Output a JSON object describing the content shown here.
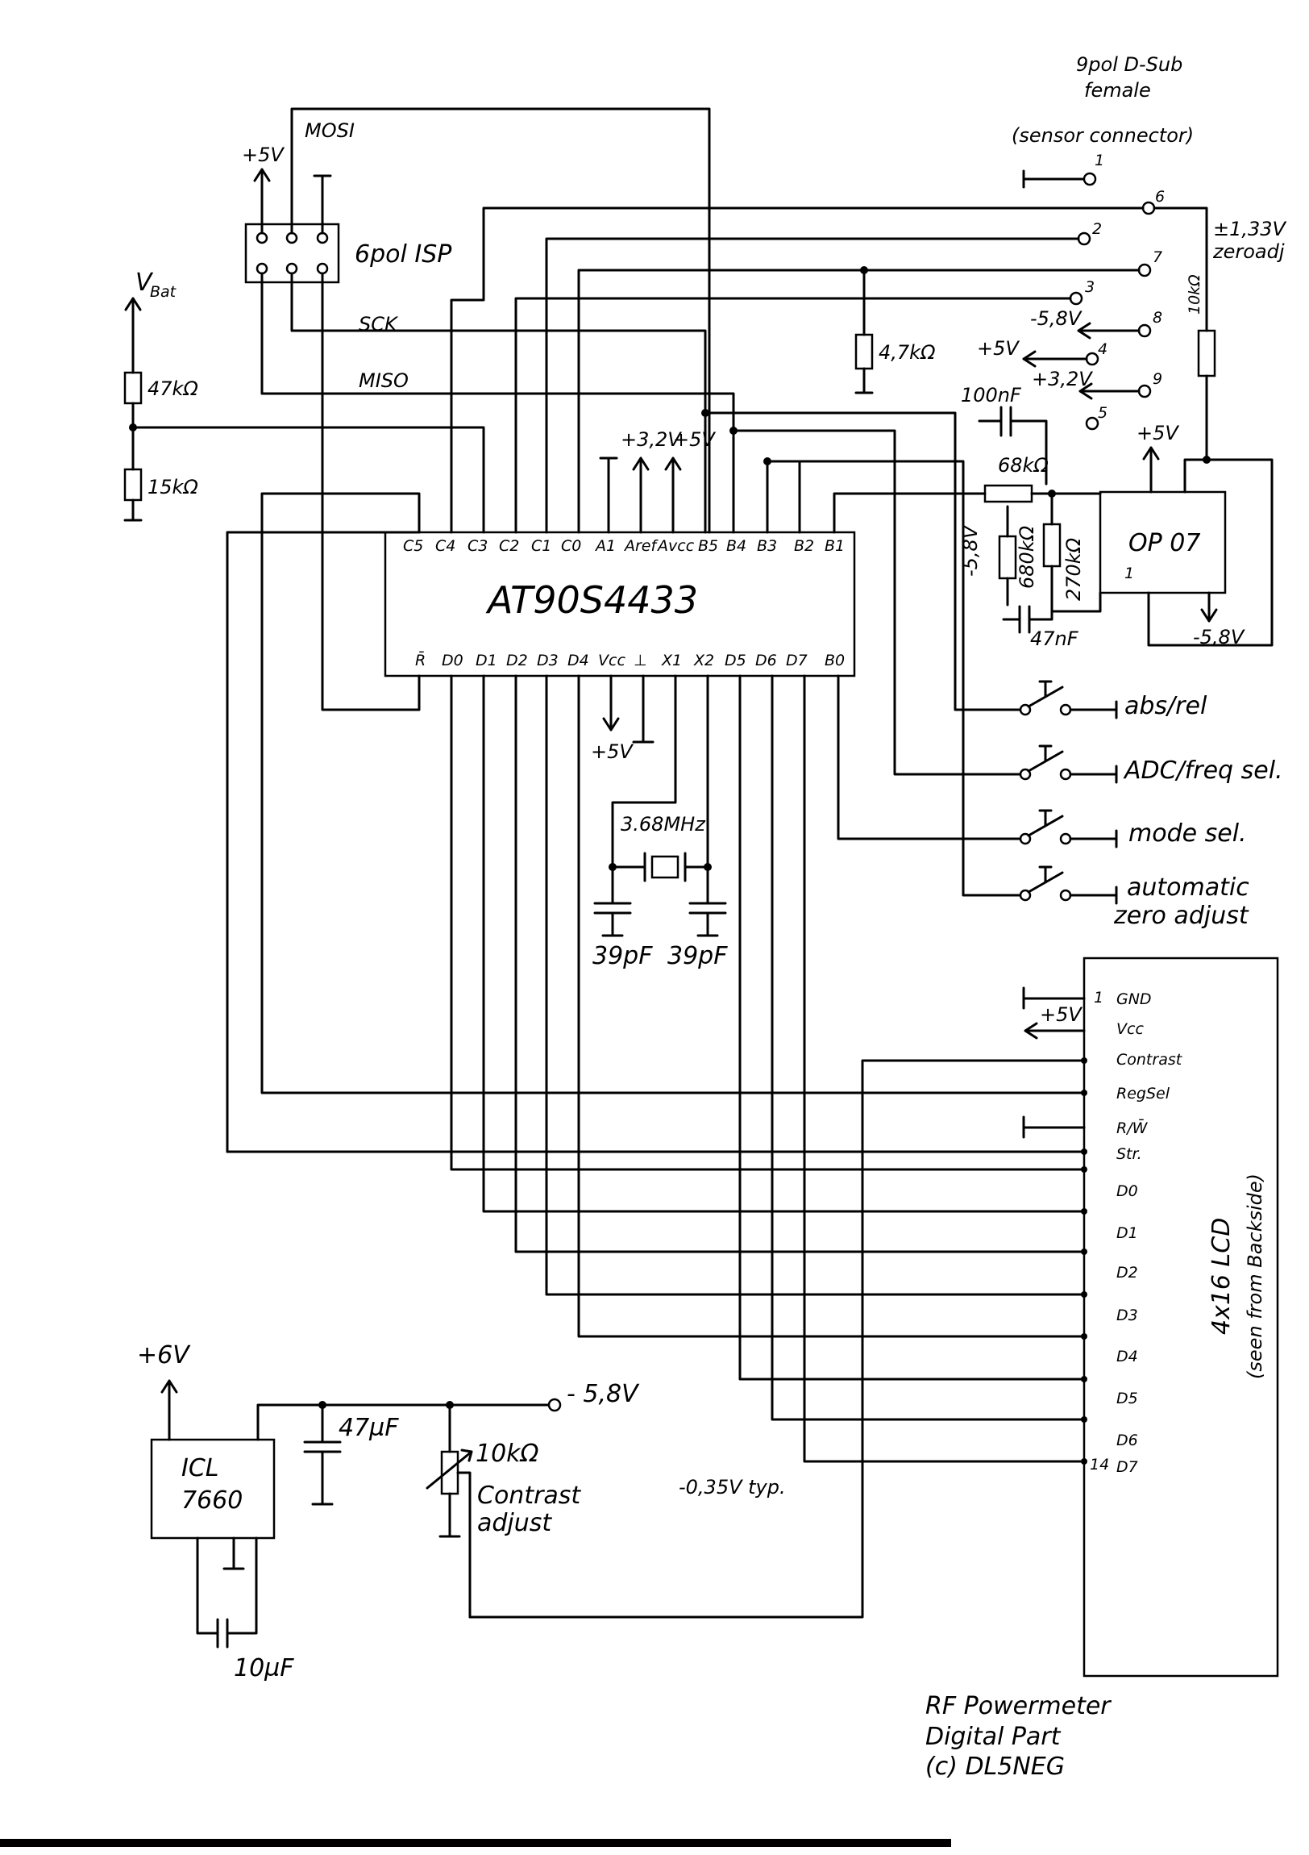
{
  "connector": {
    "title": "9pol D-Sub",
    "subtitle": "female",
    "caption": "(sensor connector)",
    "pins": [
      "1",
      "2",
      "3",
      "4",
      "5",
      "6",
      "7",
      "8",
      "9"
    ]
  },
  "isp": {
    "label": "6pol ISP",
    "mosi": "MOSI",
    "sck": "SCK",
    "miso": "MISO",
    "plus5v": "+5V"
  },
  "vbat": "V",
  "vbat_sub": "Bat",
  "r47k": "47kΩ",
  "r15k": "15kΩ",
  "r4k7": "4,7kΩ",
  "r10k_top": "10kΩ",
  "zeroadj": {
    "value": "±1,33V",
    "name": "zeroadj"
  },
  "sensor_volts": {
    "m58": "-5,8V",
    "p5": "+5V",
    "p32": "+3,2V"
  },
  "mcu": {
    "name": "AT90S4433",
    "top_pins": [
      "C5",
      "C4",
      "C3",
      "C2",
      "C1",
      "C0",
      "A1",
      "Aref",
      "Avcc",
      "B5",
      "B4",
      "B3",
      "B2",
      "B1"
    ],
    "bottom_pins": [
      "R̄",
      "D0",
      "D1",
      "D2",
      "D3",
      "D4",
      "Vcc",
      "⊥",
      "X1",
      "X2",
      "D5",
      "D6",
      "D7",
      "B0"
    ],
    "aref_v": "+3,2V",
    "avcc_v": "+5V",
    "vcc_v": "+5V"
  },
  "crystal": {
    "freq": "3.68MHz",
    "c1": "39pF",
    "c2": "39pF"
  },
  "opamp": {
    "name": "OP 07",
    "plus5v": "+5V",
    "minus58v": "-5,8V",
    "c100n": "100nF",
    "r68k": "68kΩ",
    "r680k": "680kΩ",
    "r270k": "270kΩ",
    "c47n": "47nF",
    "m58": "-5,8V",
    "pin1": "1"
  },
  "switches": [
    {
      "label": "abs/rel"
    },
    {
      "label": "ADC/freq sel."
    },
    {
      "label": "mode sel."
    },
    {
      "label": "automatic",
      "label2": "zero adjust"
    }
  ],
  "lcd": {
    "title": "4x16 LCD",
    "subtitle": "(seen from Backside)",
    "pin1": "1",
    "pin14": "14",
    "pins": [
      "GND",
      "Vcc",
      "Contrast",
      "RegSel",
      "R/W̄",
      "Str.",
      "D0",
      "D1",
      "D2",
      "D3",
      "D4",
      "D5",
      "D6",
      "D7"
    ],
    "plus5v": "+5V"
  },
  "power": {
    "plus6v": "+6V",
    "ic": "ICL",
    "ic2": "7660",
    "c47u": "47µF",
    "c10u": "10µF",
    "minus58": "- 5,8V",
    "pot": "10kΩ",
    "pot_label": "Contrast",
    "pot_label2": "adjust",
    "contrast_v": "-0,35V typ."
  },
  "footer": {
    "line1": "RF Powermeter",
    "line2": "Digital Part",
    "line3": "(c) DL5NEG"
  }
}
